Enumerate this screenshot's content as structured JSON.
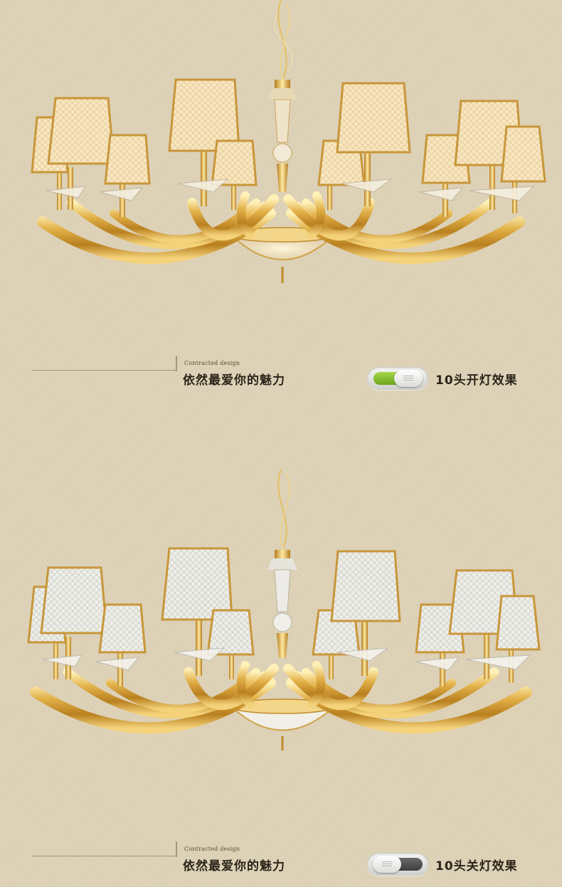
{
  "colors": {
    "accent_on": "#7ab52a",
    "accent_off": "#4a4a4a",
    "gold": "#d9a63a",
    "background": "#ddd1b6"
  },
  "section_on": {
    "label_en": "Contracted design",
    "headline": "依然最爱你的魅力",
    "toggle_state": "on",
    "toggle_label": "10头开灯效果"
  },
  "section_off": {
    "label_en": "Contracted design",
    "headline": "依然最爱你的魅力",
    "toggle_state": "off",
    "toggle_label": "10头关灯效果"
  },
  "icons": {
    "toggle": "toggle-switch-icon"
  }
}
